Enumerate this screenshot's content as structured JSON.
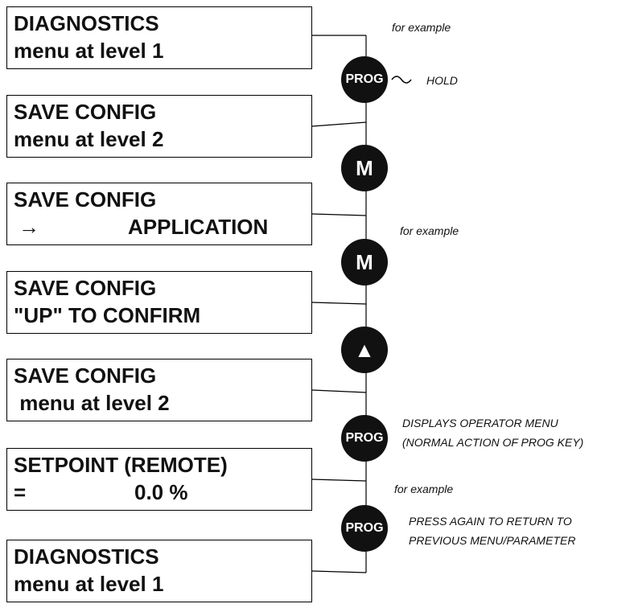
{
  "displays": [
    {
      "line1": "DIAGNOSTICS",
      "line2": "menu at level 1"
    },
    {
      "line1": "SAVE CONFIG",
      "line2": "menu at level 2"
    },
    {
      "line1": "SAVE CONFIG",
      "line2_arrow": "→",
      "line2": "APPLICATION"
    },
    {
      "line1": "SAVE CONFIG",
      "line2": "\"UP\" TO CONFIRM"
    },
    {
      "line1": "SAVE CONFIG",
      "line2": " menu at level 2"
    },
    {
      "line1": "SETPOINT (REMOTE)",
      "line2_eq": "=",
      "line2": "0.0 %"
    },
    {
      "line1": "DIAGNOSTICS",
      "line2": "menu at level 1"
    }
  ],
  "keys": [
    {
      "label": "PROG",
      "icon": "prog-key"
    },
    {
      "label": "M",
      "icon": "m-key"
    },
    {
      "label": "M",
      "icon": "m-key"
    },
    {
      "label": "▲",
      "icon": "up-key"
    },
    {
      "label": "PROG",
      "icon": "prog-key"
    },
    {
      "label": "PROG",
      "icon": "prog-key"
    }
  ],
  "notes": {
    "example1": "for example",
    "hold": "HOLD",
    "example2": "for example",
    "prog_action": "DISPLAYS OPERATOR MENU\n(NORMAL ACTION OF PROG KEY)",
    "example3": "for example",
    "press_again": "PRESS AGAIN TO RETURN TO\nPREVIOUS MENU/PARAMETER"
  }
}
